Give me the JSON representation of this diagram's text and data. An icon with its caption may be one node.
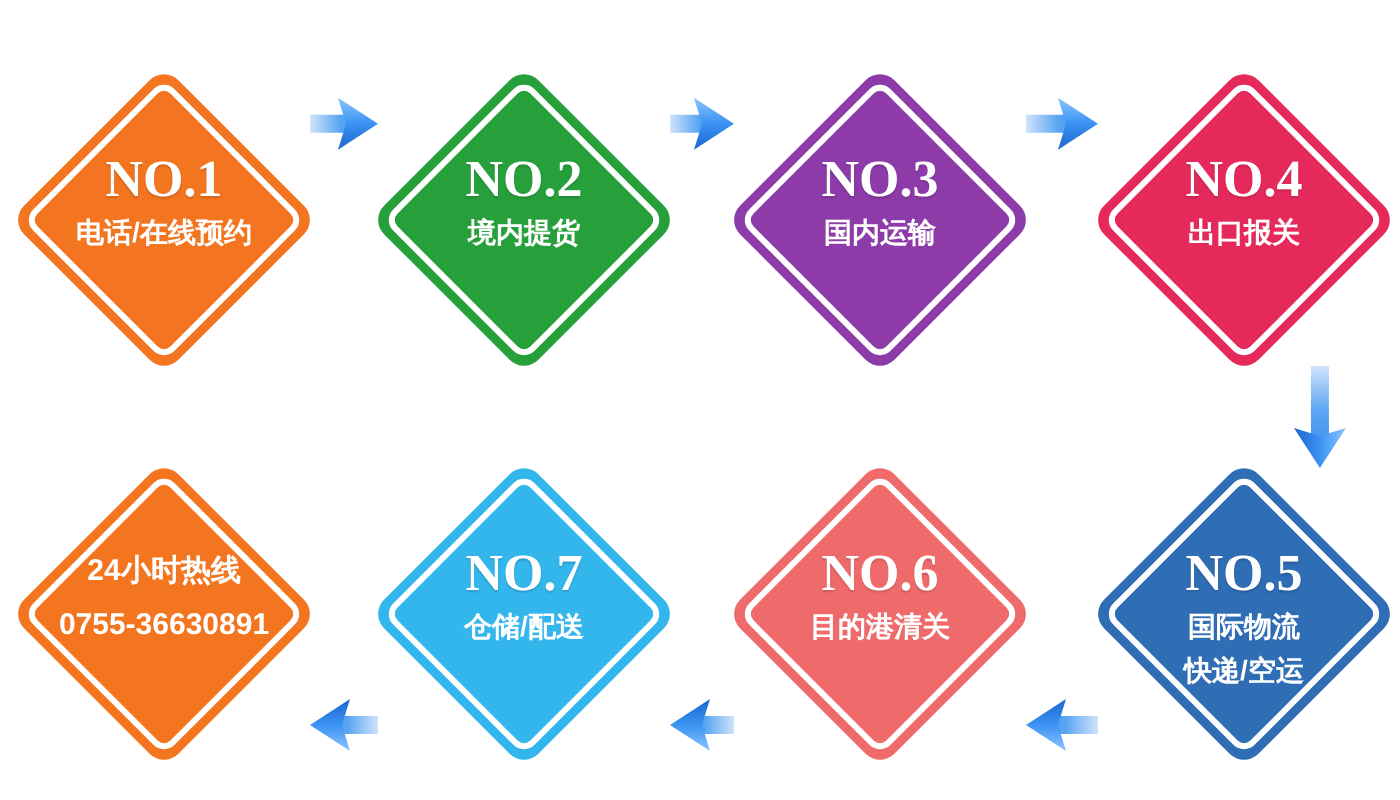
{
  "diagram": {
    "nodes": [
      {
        "text": [
          "NO.1",
          "电话/在线预约"
        ]
      },
      {
        "text": [
          "NO.2",
          "境内提货"
        ]
      },
      {
        "text": [
          "NO.3",
          "国内运输"
        ]
      },
      {
        "text": [
          "NO.4",
          "出口报关"
        ]
      },
      {
        "text": [
          "NO.5",
          "国际物流",
          "快递/空运"
        ]
      },
      {
        "text": [
          "NO.6",
          "目的港清关"
        ]
      },
      {
        "text": [
          "NO.7",
          "仓储/配送"
        ]
      },
      {
        "text": [
          "24小时热线",
          "0755-36630891"
        ]
      }
    ],
    "edges": [
      {
        "from": 0,
        "to": 1,
        "arrow": "to"
      },
      {
        "from": 1,
        "to": 2,
        "arrow": "to"
      },
      {
        "from": 2,
        "to": 3,
        "arrow": "to"
      },
      {
        "from": 3,
        "to": 4,
        "arrow": "to"
      },
      {
        "from": 4,
        "to": 5,
        "arrow": "to"
      },
      {
        "from": 5,
        "to": 6,
        "arrow": "to"
      },
      {
        "from": 6,
        "to": 7,
        "arrow": "to"
      }
    ]
  }
}
